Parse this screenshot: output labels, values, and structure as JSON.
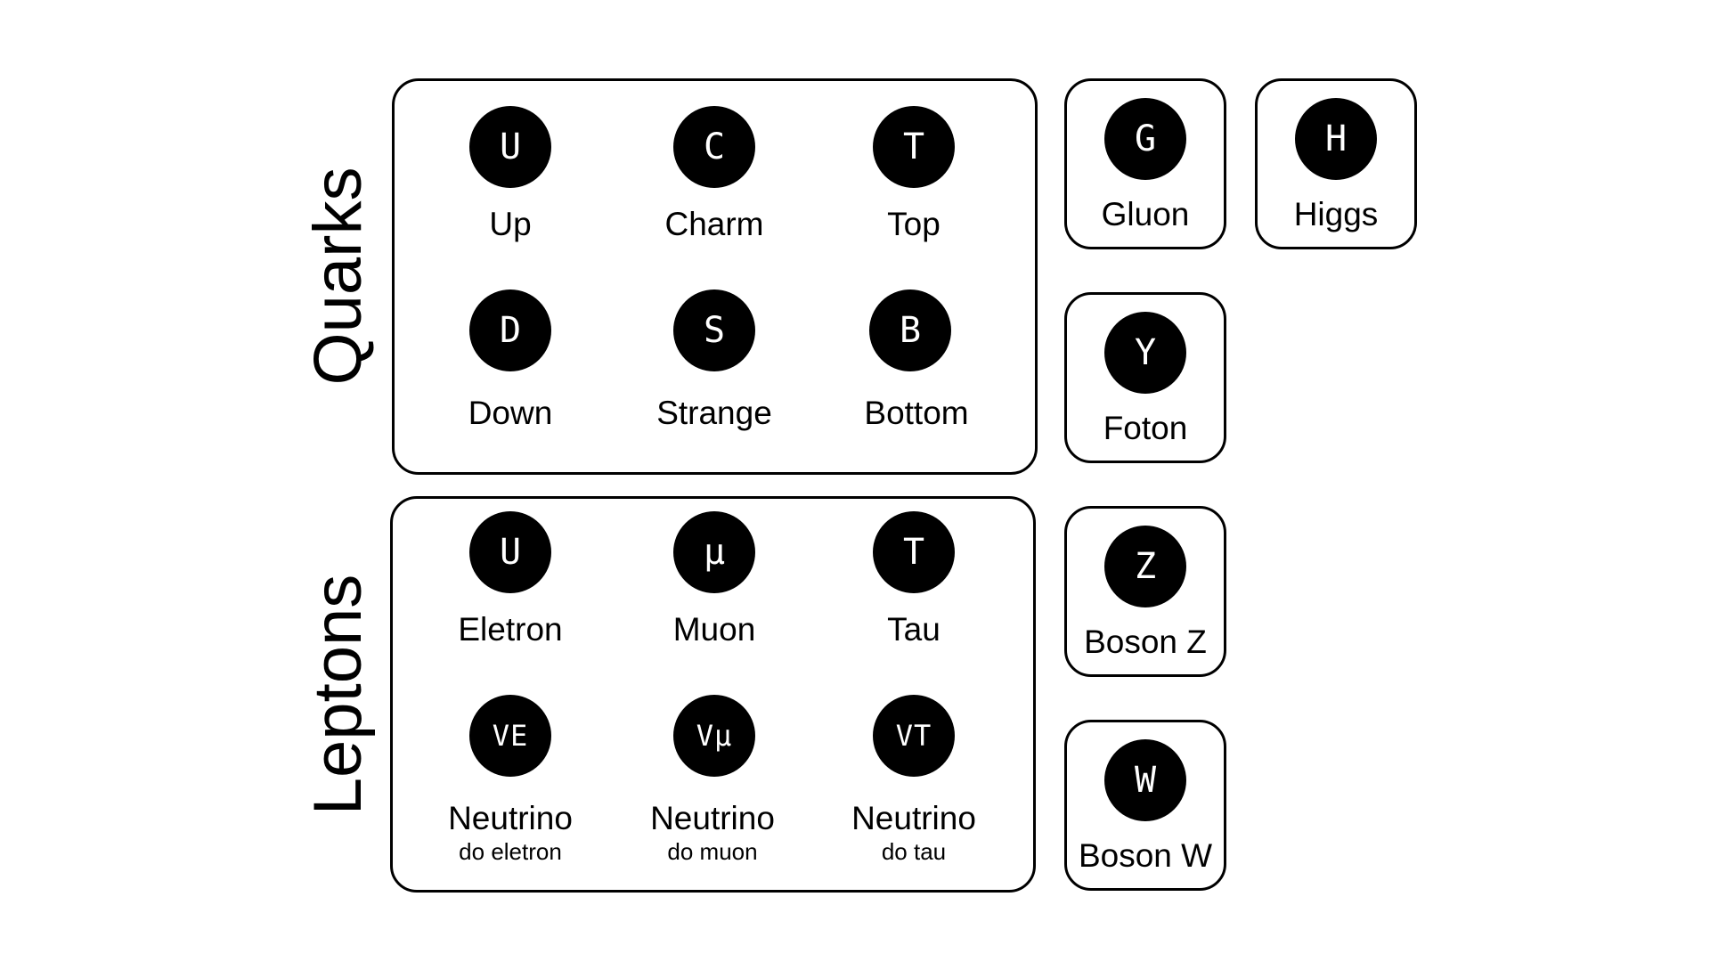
{
  "groups": {
    "quarks": {
      "label": "Quarks",
      "particles": [
        {
          "symbol": "U",
          "name": "Up"
        },
        {
          "symbol": "C",
          "name": "Charm"
        },
        {
          "symbol": "T",
          "name": "Top"
        },
        {
          "symbol": "D",
          "name": "Down"
        },
        {
          "symbol": "S",
          "name": "Strange"
        },
        {
          "symbol": "B",
          "name": "Bottom"
        }
      ]
    },
    "leptons": {
      "label": "Leptons",
      "particles": [
        {
          "symbol": "U",
          "name": "Eletron"
        },
        {
          "symbol": "μ",
          "name": "Muon"
        },
        {
          "symbol": "T",
          "name": "Tau"
        },
        {
          "symbol": "VE",
          "name": "Neutrino",
          "subname": "do eletron"
        },
        {
          "symbol": "Vμ",
          "name": "Neutrino",
          "subname": "do muon"
        },
        {
          "symbol": "VT",
          "name": "Neutrino",
          "subname": "do tau"
        }
      ]
    }
  },
  "bosons": [
    {
      "symbol": "G",
      "name": "Gluon"
    },
    {
      "symbol": "H",
      "name": "Higgs"
    },
    {
      "symbol": "Y",
      "name": "Foton"
    },
    {
      "symbol": "Z",
      "name": "Boson Z"
    },
    {
      "symbol": "W",
      "name": "Boson W"
    }
  ]
}
